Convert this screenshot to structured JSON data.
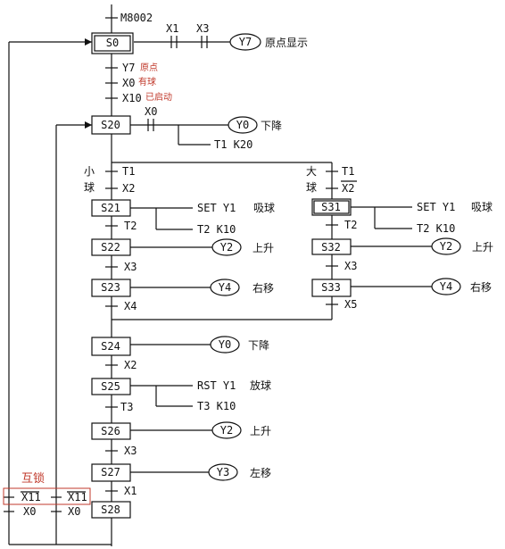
{
  "start_condition": "M8002",
  "initial_step": {
    "id": "S0",
    "contacts": [
      "X1",
      "X3"
    ],
    "output": "Y7",
    "output_desc": "原点显示"
  },
  "init_to_s20": [
    {
      "label": "Y7",
      "note": "原点"
    },
    {
      "label": "X0",
      "note": "有球"
    },
    {
      "label": "X10",
      "note": "已启动"
    }
  ],
  "s20": {
    "id": "S20",
    "contact": "X0",
    "output": "Y0",
    "output_desc": "下降",
    "timer": "T1 K20"
  },
  "branch_left": {
    "side_label_1": "小",
    "side_label_2": "球",
    "cond1": "T1",
    "cond2": "X2",
    "s21": {
      "id": "S21",
      "action": "SET Y1",
      "desc": "吸球",
      "timer": "T2 K10"
    },
    "t_a": "T2",
    "s22": {
      "id": "S22",
      "output": "Y2",
      "desc": "上升"
    },
    "t_b": "X3",
    "s23": {
      "id": "S23",
      "output": "Y4",
      "desc": "右移"
    },
    "t_c": "X4"
  },
  "branch_right": {
    "side_label_1": "大",
    "side_label_2": "球",
    "cond1": "T1",
    "cond2": "X2",
    "s31": {
      "id": "S31",
      "action": "SET Y1",
      "desc": "吸球",
      "timer": "T2 K10"
    },
    "t_a": "T2",
    "s32": {
      "id": "S32",
      "output": "Y2",
      "desc": "上升"
    },
    "t_b": "X3",
    "s33": {
      "id": "S33",
      "output": "Y4",
      "desc": "右移"
    },
    "t_c": "X5"
  },
  "s24": {
    "id": "S24",
    "output": "Y0",
    "desc": "下降"
  },
  "t24": "X2",
  "s25": {
    "id": "S25",
    "action": "RST Y1",
    "desc": "放球",
    "timer": "T3 K10"
  },
  "t25": "T3",
  "s26": {
    "id": "S26",
    "output": "Y2",
    "desc": "上升"
  },
  "t26": "X3",
  "s27": {
    "id": "S27",
    "output": "Y3",
    "desc": "左移"
  },
  "t27": "X1",
  "s28": {
    "id": "S28"
  },
  "interlock": {
    "label": "互锁",
    "left_top": "X11",
    "left_bottom": "X0",
    "right_top": "X11",
    "right_bottom": "X0"
  }
}
